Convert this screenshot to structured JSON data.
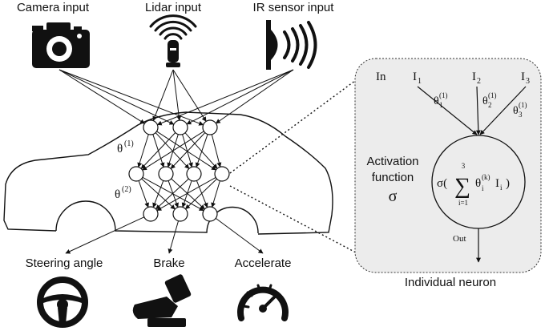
{
  "inputs": {
    "camera": "Camera input",
    "lidar": "Lidar input",
    "ir": "IR sensor input"
  },
  "weights": {
    "theta1": "θ",
    "theta1_sup": "(1)",
    "theta2": "θ",
    "theta2_sup": "(2)"
  },
  "outputs": {
    "steering": "Steering angle",
    "brake": "Brake",
    "accelerate": "Accelerate"
  },
  "neuron": {
    "in_label": "In",
    "i1": "I",
    "i1_sub": "1",
    "i2": "I",
    "i2_sub": "2",
    "i3": "I",
    "i3_sub": "3",
    "w1": "θ",
    "w1_sub": "1",
    "w1_sup": "(1)",
    "w2": "θ",
    "w2_sub": "2",
    "w2_sup": "(1)",
    "w3": "θ",
    "w3_sub": "3",
    "w3_sup": "(1)",
    "activation_line1": "Activation",
    "activation_line2": "function",
    "sigma": "σ",
    "formula_sigma": "σ(",
    "sum_symbol": "∑",
    "sum_upper": "3",
    "sum_lower": "i=1",
    "formula_theta": "θ",
    "formula_theta_sup": "(k)",
    "formula_theta_sub": "i",
    "formula_I": "I",
    "formula_I_sub": "i",
    "formula_close": ")",
    "out_label": "Out",
    "caption": "Individual neuron"
  },
  "icons": [
    "camera-icon",
    "lidar-icon",
    "ir-sensor-icon",
    "steering-wheel-icon",
    "brake-pedal-icon",
    "speedometer-icon"
  ]
}
